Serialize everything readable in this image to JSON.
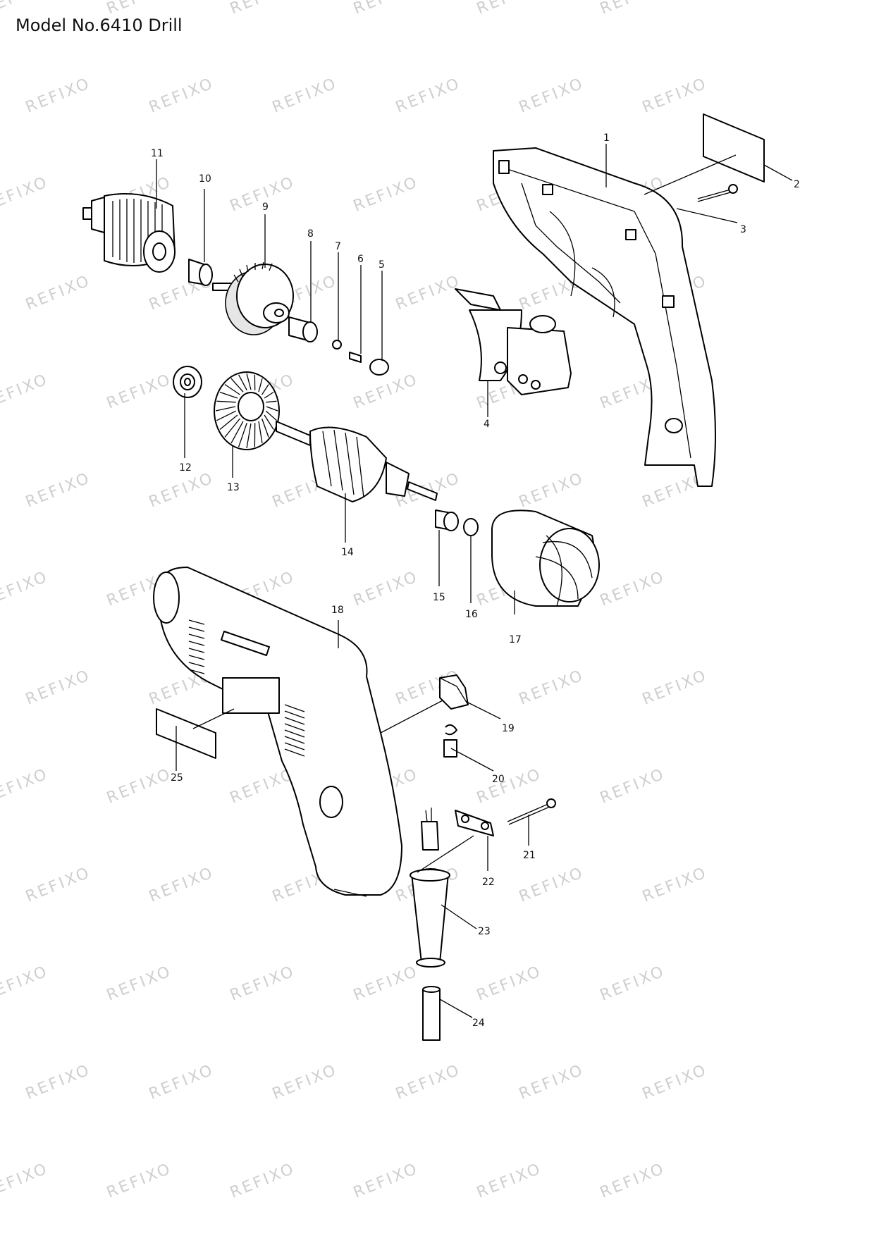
{
  "title": "Model No.6410 Drill",
  "watermark": "REFIXO",
  "callouts": {
    "p1": "1",
    "p2": "2",
    "p3": "3",
    "p4": "4",
    "p5": "5",
    "p6": "6",
    "p7": "7",
    "p8": "8",
    "p9": "9",
    "p10": "10",
    "p11": "11",
    "p12": "12",
    "p13": "13",
    "p14": "14",
    "p15": "15",
    "p16": "16",
    "p17": "17",
    "p18": "18",
    "p19": "19",
    "p20": "20",
    "p21": "21",
    "p22": "22",
    "p23": "23",
    "p24": "24",
    "p25": "25"
  }
}
